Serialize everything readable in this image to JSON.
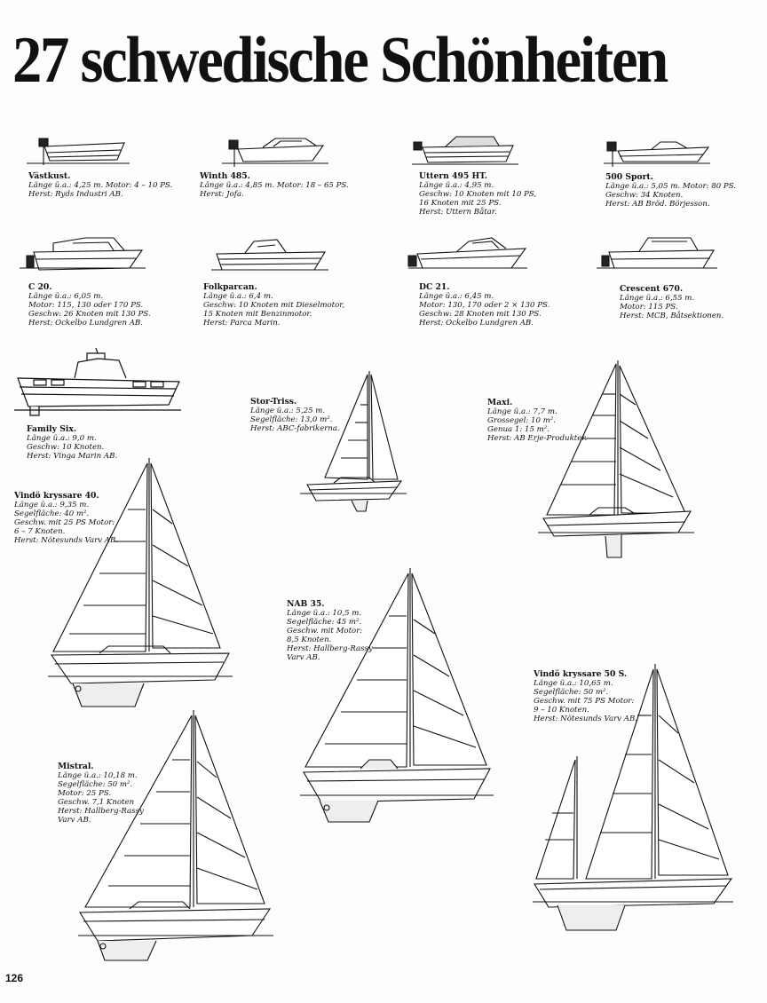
{
  "title": "27 schwedische Schönheiten",
  "page_number": "126",
  "boats": [
    {
      "name": "Västkust.",
      "lines": [
        "Länge ü.a.: 4,25 m. Motor: 4 – 10 PS.",
        "Herst: Ryds Industri AB."
      ]
    },
    {
      "name": "Winth 485.",
      "lines": [
        "Länge ü.a.: 4,85 m. Motor: 18 – 65 PS.",
        "Herst: Jofa."
      ]
    },
    {
      "name": "Uttern 495 HT.",
      "lines": [
        "Länge ü.a.: 4,95 m.",
        "Geschw: 10 Knoten mit 10 PS,",
        "16 Knoten mit 25 PS.",
        "Herst: Uttern Båtar."
      ]
    },
    {
      "name": "500 Sport.",
      "lines": [
        "Länge ü.a.: 5,05 m. Motor: 80 PS.",
        "Geschw: 34 Knoten.",
        "Herst: AB Bröd. Börjesson."
      ]
    },
    {
      "name": "C 20.",
      "lines": [
        "Länge ü.a.: 6,05 m.",
        "Motor: 115, 130 oder 170 PS.",
        "Geschw: 26 Knoten mit 130 PS.",
        "Herst: Ockelbo Lundgren AB."
      ]
    },
    {
      "name": "Folkparcan.",
      "lines": [
        "Länge ü.a.: 6,4 m.",
        "Geschw: 10 Knoten mit Dieselmotor,",
        "15 Knoten mit Benzinmotor.",
        "Herst: Parca Marin."
      ]
    },
    {
      "name": "DC 21.",
      "lines": [
        "Länge ü.a.: 6,45 m.",
        "Motor: 130, 170 oder 2 × 130 PS.",
        "Geschw: 28 Knoten mit 130 PS.",
        "Herst: Ockelbo Lundgren AB."
      ]
    },
    {
      "name": "Crescent 670.",
      "lines": [
        "Länge ü.a.: 6,55 m.",
        "Motor: 115 PS.",
        "Herst: MCB, Båtsektionen."
      ]
    },
    {
      "name": "Family Six.",
      "lines": [
        "Länge ü.a.: 9,0 m.",
        "Geschw: 10 Knoten.",
        "Herst: Vinga Marin AB."
      ]
    },
    {
      "name": "Stor-Triss.",
      "lines": [
        "Länge ü.a.: 5,25 m.",
        "Segelfläche: 13,0 m².",
        "Herst: ABC-fabrikerna."
      ]
    },
    {
      "name": "Maxi.",
      "lines": [
        "Länge ü.a.: 7,7 m.",
        "Grossegel: 10 m².",
        "Genua 1: 15 m².",
        "Herst: AB Erje-Produkter."
      ]
    },
    {
      "name": "Vindö kryssare 40.",
      "lines": [
        "Länge ü.a.: 9,35 m.",
        "Segelfläche: 40 m².",
        "Geschw. mit 25 PS Motor:",
        "6 – 7 Knoten.",
        "Herst: Nötesunds Varv AB."
      ]
    },
    {
      "name": "NAB 35.",
      "lines": [
        "Länge ü.a.: 10,5 m.",
        "Segelfläche: 45 m².",
        "Geschw. mit Motor:",
        "8,5 Knoten.",
        "Herst: Hallberg-Rassy",
        "Varv AB."
      ]
    },
    {
      "name": "Vindö kryssare 50 S.",
      "lines": [
        "Länge ü.a.: 10,65 m.",
        "Segelfläche: 50 m².",
        "Geschw. mit 75 PS Motor:",
        "9 – 10 Knoten.",
        "Herst: Nötesunds Varv AB."
      ]
    },
    {
      "name": "Mistral.",
      "lines": [
        "Länge ü.a.: 10,18 m.",
        "Segelfläche: 50 m².",
        "Motor: 25 PS.",
        "Geschw. 7,1 Knoten",
        "Herst: Hallberg-Rassy",
        "Varv AB."
      ]
    }
  ]
}
